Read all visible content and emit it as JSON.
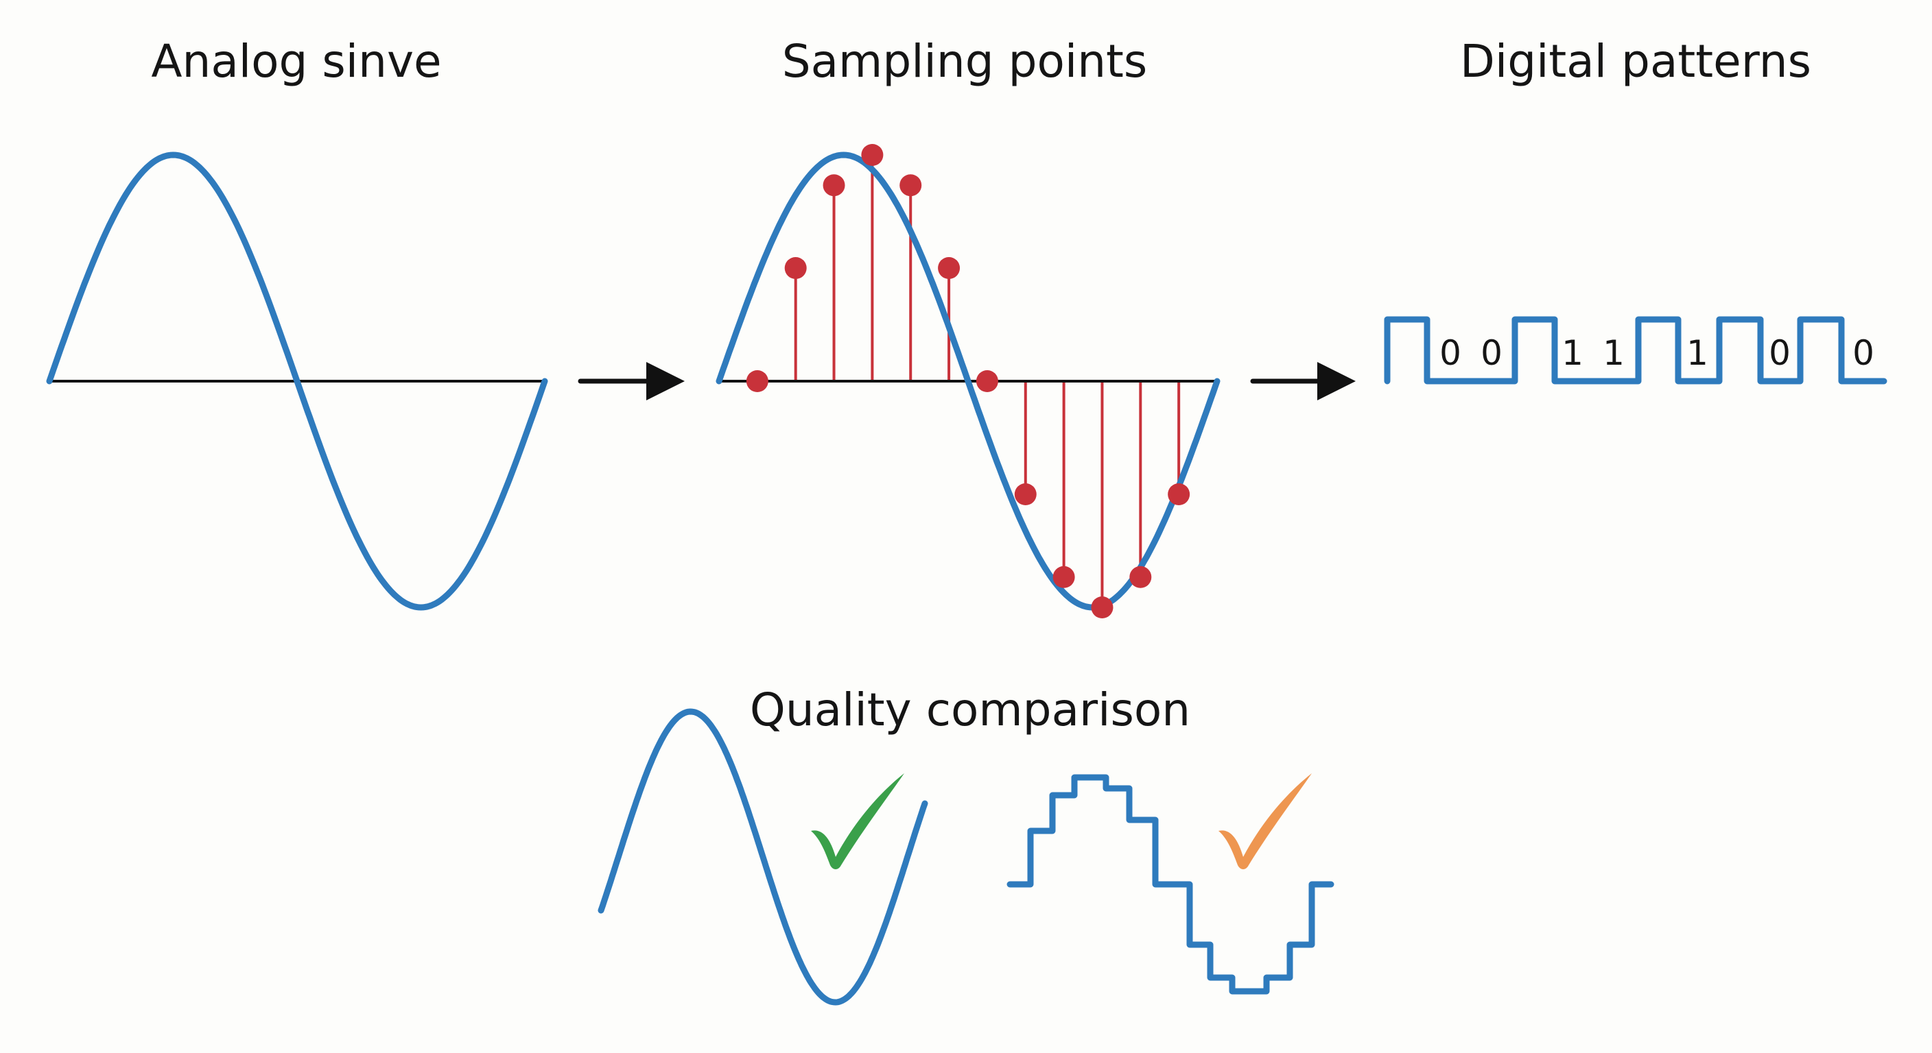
{
  "titles": {
    "analog": "Analog sinve",
    "sampling": "Sampling points",
    "digital": "Digital patterns",
    "quality": "Quality comparison"
  },
  "digital_bits": [
    "0",
    "0",
    "1",
    "1",
    "1",
    "0",
    "0"
  ],
  "sample_values": [
    0,
    0.5,
    0.866,
    1,
    0.866,
    0.5,
    0,
    -0.5,
    -0.866,
    -1,
    -0.866,
    -0.5
  ],
  "colors": {
    "wave": "#2f7bbd",
    "sample": "#c8323a",
    "check_good": "#3aa04a",
    "check_ok": "#ee9650",
    "text": "#151515"
  },
  "icons": {
    "good": "check-icon",
    "ok": "check-icon"
  }
}
